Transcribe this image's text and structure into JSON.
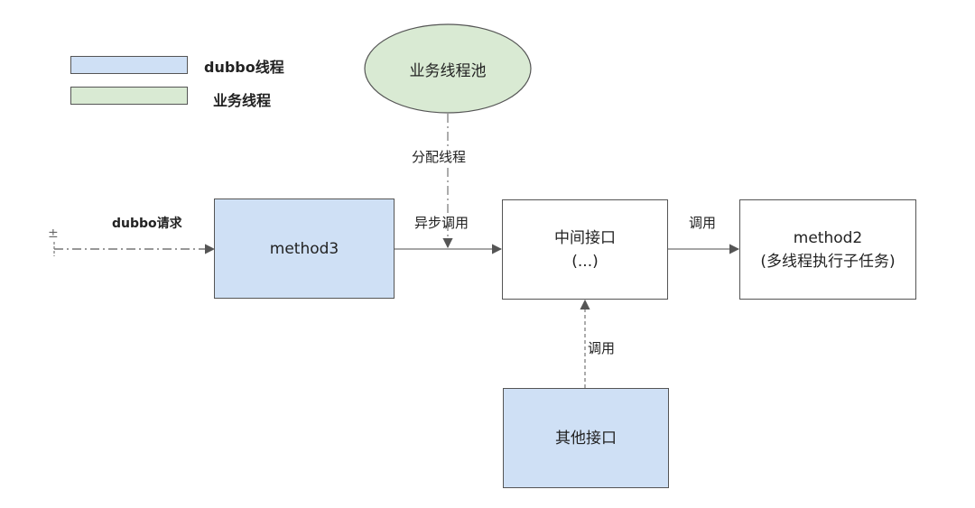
{
  "colors": {
    "dubbo_thread": "#cfe0f5",
    "business_thread": "#d9ead3",
    "border": "#555555",
    "line": "#888888"
  },
  "legend": {
    "items": [
      {
        "label": "dubbo线程",
        "color": "#cfe0f5"
      },
      {
        "label": "业务线程",
        "color": "#d9ead3"
      }
    ]
  },
  "nodes": {
    "pool": {
      "label": "业务线程池"
    },
    "method3": {
      "label": "method3"
    },
    "middle": {
      "line1": "中间接口",
      "line2": "(...)"
    },
    "method2": {
      "line1": "method2",
      "line2": "(多线程执行子任务)"
    },
    "other": {
      "label": "其他接口"
    }
  },
  "edges": {
    "request": "dubbo请求",
    "assign": "分配线程",
    "async_call": "异步调用",
    "call_right": "调用",
    "call_up": "调用"
  },
  "start_symbol": "±"
}
